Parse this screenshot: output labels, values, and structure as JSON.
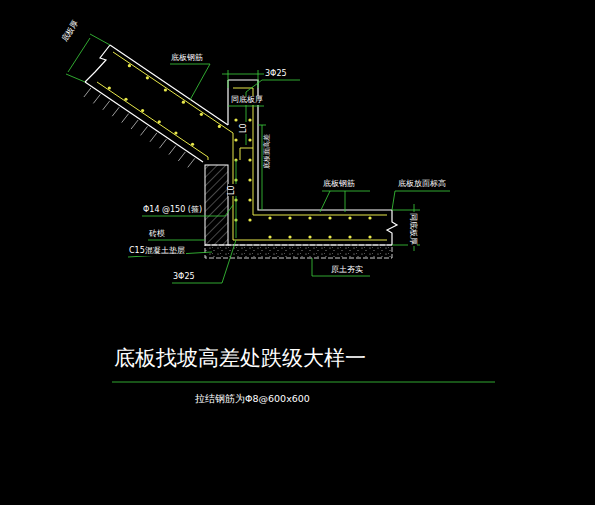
{
  "diagram": {
    "title": "底板找坡高差处跌级大样一",
    "caption": "拉结钢筋为Φ8@600x600",
    "labels": [
      "底板厚",
      "底板钢筋",
      "3Φ25",
      "同底板厚",
      "L0",
      "底板面高差",
      "L0",
      "底板钢筋",
      "底板放面标高",
      "Φ14 @150 (箍)",
      "砖模",
      "C15混凝土垫层",
      "同底板厚",
      "3Φ25",
      "原土夯实"
    ]
  }
}
